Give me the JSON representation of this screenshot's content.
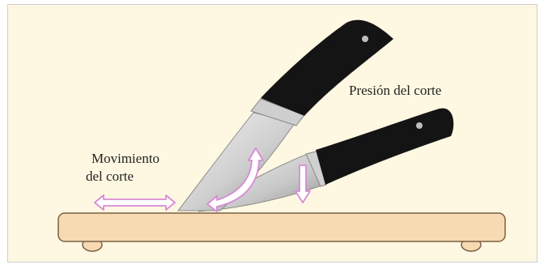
{
  "labels": {
    "pressure": "Presión del corte",
    "motion_line1": "Movimiento",
    "motion_line2": "del corte"
  },
  "colors": {
    "background": "#fef7e1",
    "board": "#f7d9b2",
    "board_outline": "#7a6045",
    "handle": "#141414",
    "rivet": "#bdbdbd",
    "blade_light": "#e9e9e9",
    "blade_dark": "#9a9a9a",
    "arrow_fill": "#ffffff",
    "arrow_stroke": "#d98ad6"
  },
  "icons": {
    "knife": "chef-knife",
    "arrow": "double-headed-arrow"
  }
}
